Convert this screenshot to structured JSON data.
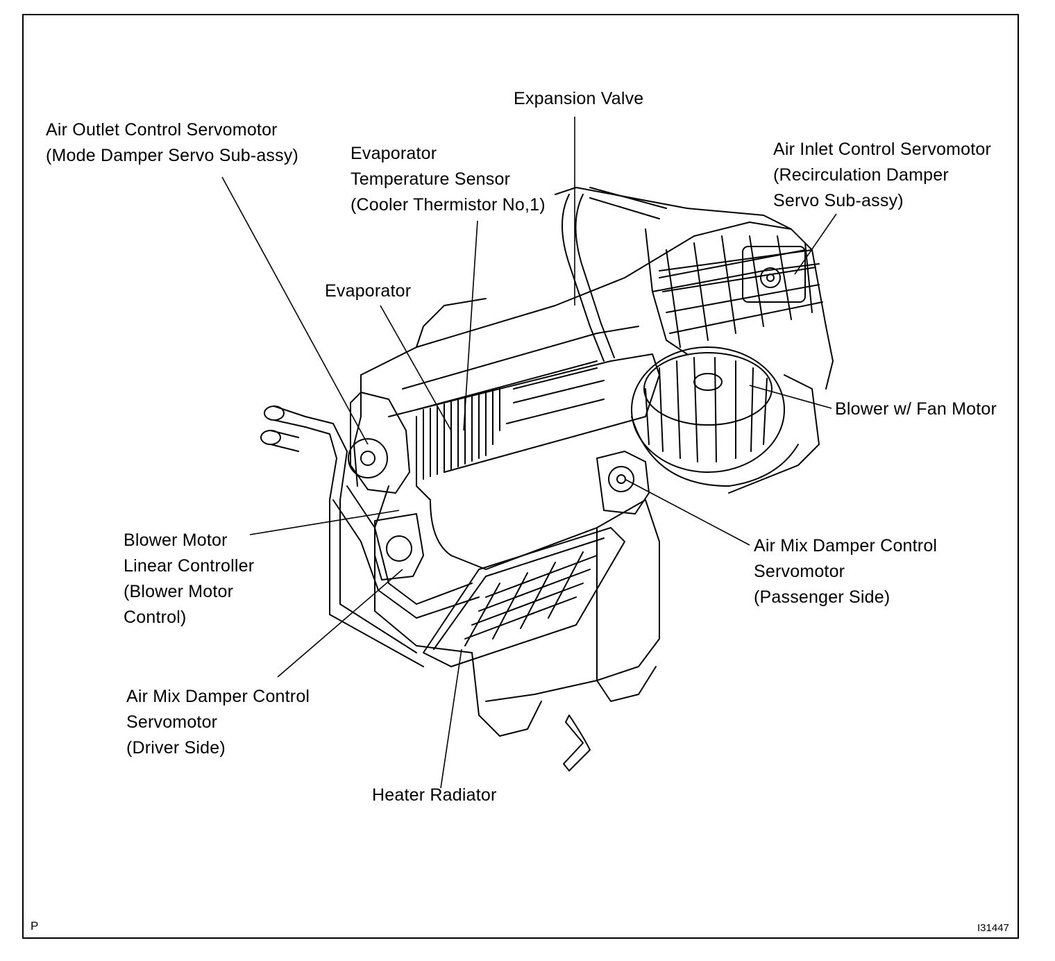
{
  "labels": {
    "expansion_valve": [
      "Expansion Valve"
    ],
    "air_outlet_servo": [
      "Air Outlet Control Servomotor",
      "(Mode Damper Servo Sub-assy)"
    ],
    "evap_temp_sensor": [
      "Evaporator",
      "Temperature Sensor",
      "(Cooler Thermistor No,1)"
    ],
    "air_inlet_servo": [
      "Air Inlet Control Servomotor",
      "(Recirculation Damper",
      "Servo Sub-assy)"
    ],
    "evaporator": [
      "Evaporator"
    ],
    "blower_fan_motor": [
      "Blower w/ Fan Motor"
    ],
    "blower_linear_controller": [
      "Blower Motor",
      "Linear Controller",
      "(Blower Motor",
      "Control)"
    ],
    "air_mix_passenger": [
      "Air Mix Damper Control",
      "Servomotor",
      "(Passenger Side)"
    ],
    "air_mix_driver": [
      "Air Mix Damper Control",
      "Servomotor",
      "(Driver Side)"
    ],
    "heater_radiator": [
      "Heater Radiator"
    ]
  },
  "corner_left": "P",
  "corner_right": "I31447",
  "colors": {
    "ink": "#000000",
    "paper": "#ffffff"
  }
}
